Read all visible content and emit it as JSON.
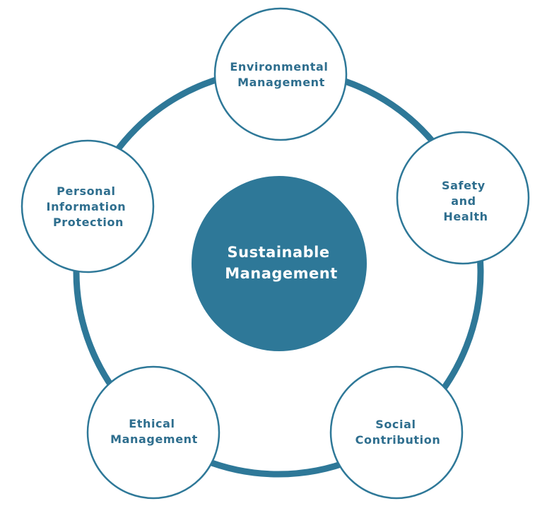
{
  "center": {
    "lines": [
      "Sustainable",
      "Management"
    ]
  },
  "nodes": [
    {
      "lines": [
        "Environmental",
        "Management"
      ]
    },
    {
      "lines": [
        "Safety",
        "and",
        "Health"
      ]
    },
    {
      "lines": [
        "Social",
        "Contribution"
      ]
    },
    {
      "lines": [
        "Ethical",
        "Management"
      ]
    },
    {
      "lines": [
        "Personal",
        "Information",
        "Protection"
      ]
    }
  ],
  "colors": {
    "accent": "#2e7898",
    "text": "#2e6e8e",
    "background": "#ffffff"
  }
}
